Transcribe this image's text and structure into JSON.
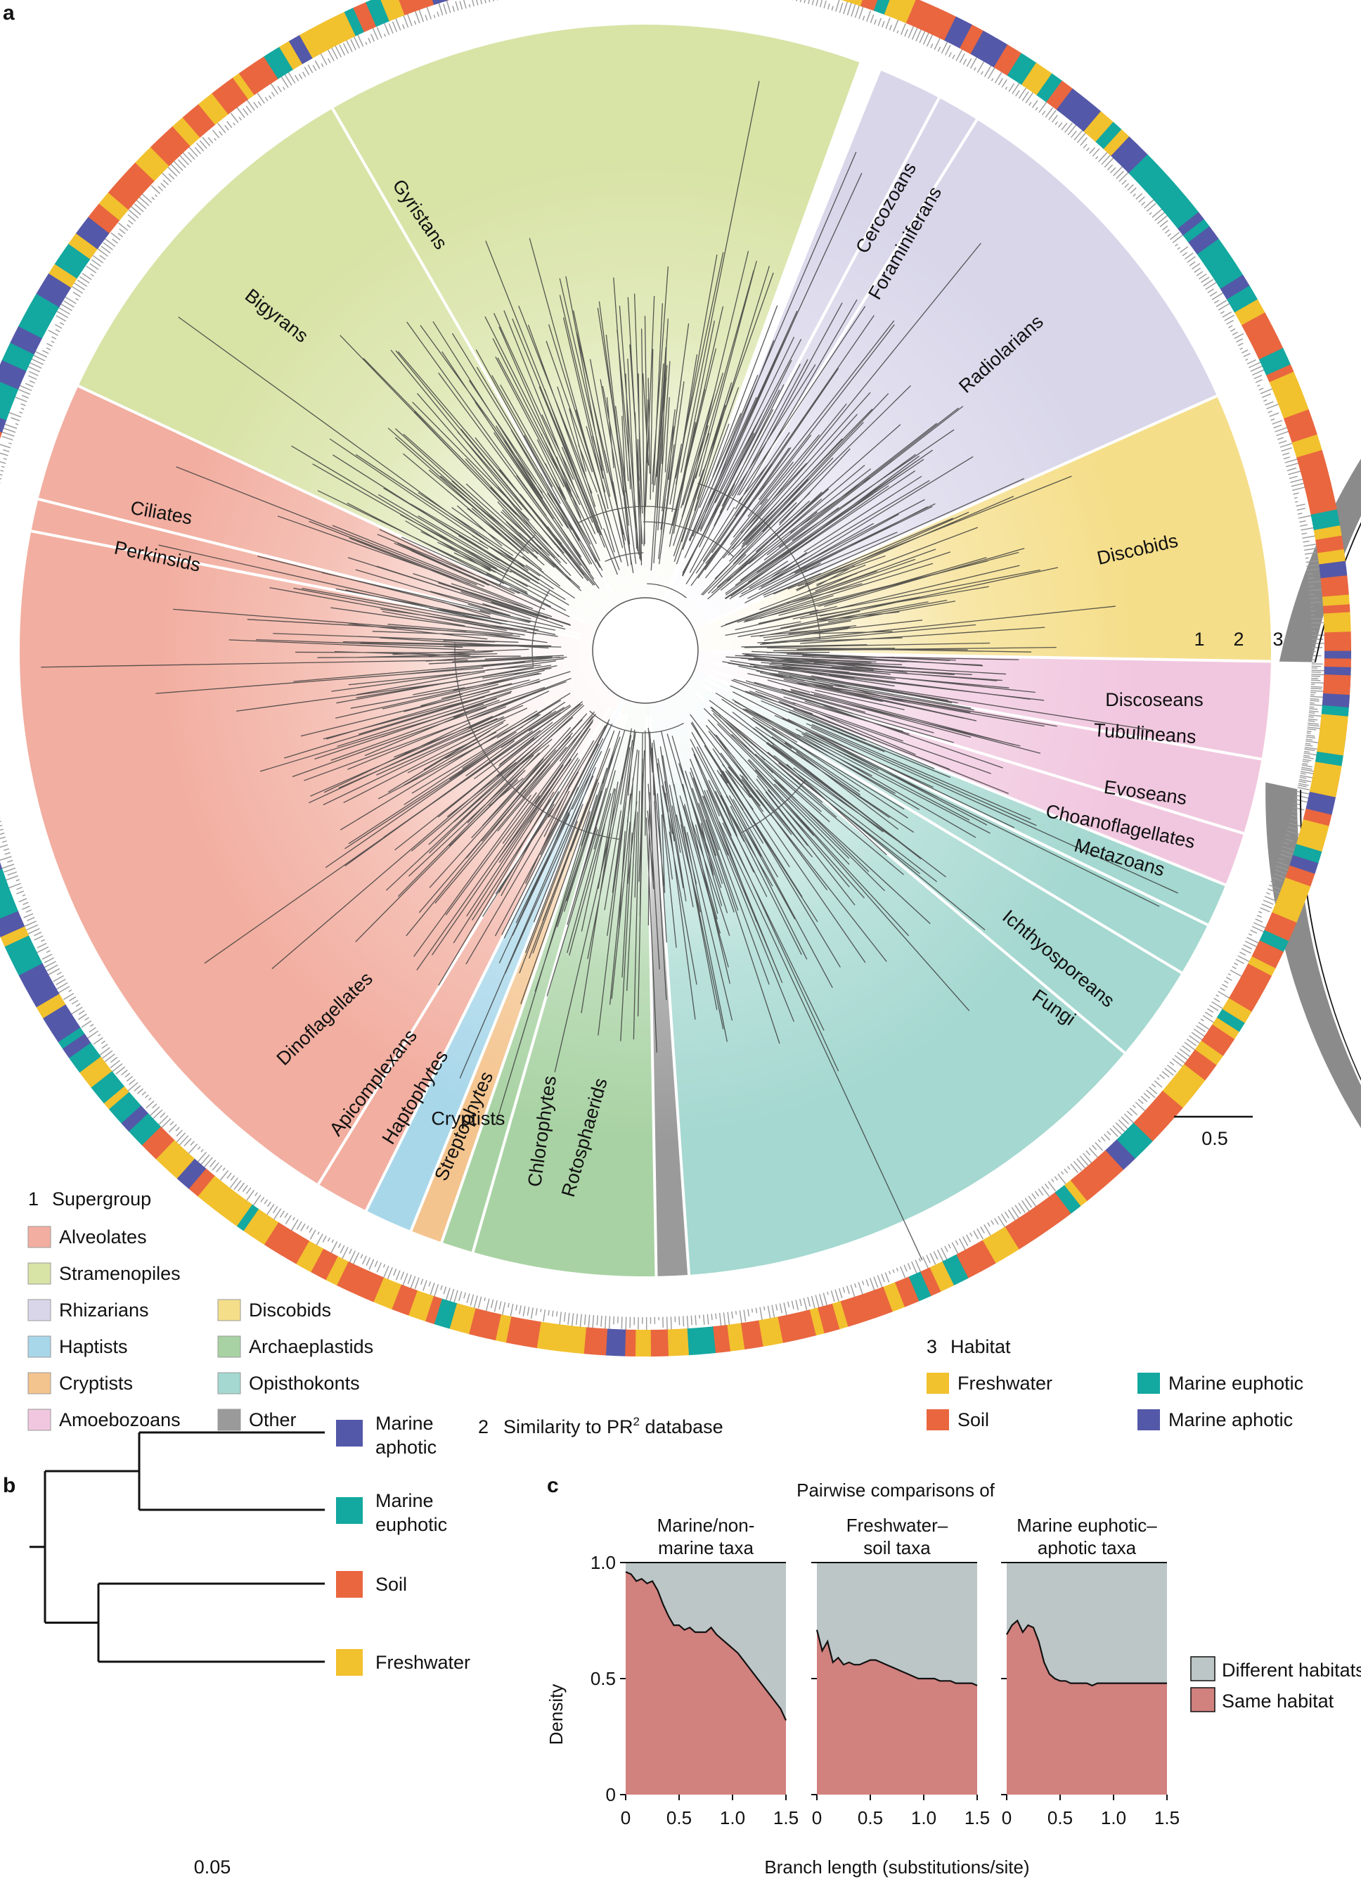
{
  "panels": {
    "a": "a",
    "b": "b",
    "c": "c"
  },
  "tree": {
    "scale_label": "0.5",
    "ring_numbers": [
      "1",
      "2",
      "3"
    ],
    "clades": [
      {
        "name": "Gyristans",
        "supergroup": "Stramenopiles",
        "start": 240,
        "end": 290
      },
      {
        "name": "Bigyrans",
        "supergroup": "Stramenopiles",
        "start": 205,
        "end": 240
      },
      {
        "name": "Cercozoans",
        "supergroup": "Rhizarians",
        "start": 292,
        "end": 335
      },
      {
        "name": "Foraminiferans",
        "supergroup": "Rhizarians",
        "start": 298,
        "end": 302
      },
      {
        "name": "Radiolarians",
        "supergroup": "Rhizarians",
        "start": 302,
        "end": 336
      },
      {
        "name": "Discobids",
        "supergroup": "Discobids",
        "start": 336,
        "end": 372
      },
      {
        "name": "Discoseans",
        "supergroup": "Amoebozoans",
        "start": 1,
        "end": 10
      },
      {
        "name": "Tubulineans",
        "supergroup": "Amoebozoans",
        "start": 10,
        "end": 17
      },
      {
        "name": "Evoseans",
        "supergroup": "Amoebozoans",
        "start": 17,
        "end": 22
      },
      {
        "name": "Choanoflagellates",
        "supergroup": "Opisthokonts",
        "start": 22,
        "end": 26
      },
      {
        "name": "Metazoans",
        "supergroup": "Opisthokonts",
        "start": 26,
        "end": 31
      },
      {
        "name": "Ichthyosporeans",
        "supergroup": "Opisthokonts",
        "start": 31,
        "end": 40
      },
      {
        "name": "Fungi",
        "supergroup": "Opisthokonts",
        "start": 40,
        "end": 86
      },
      {
        "name": "Rotosphaerids",
        "supergroup": "Other",
        "start": 86,
        "end": 89
      },
      {
        "name": "Chlorophytes",
        "supergroup": "Archaeplastids",
        "start": 89,
        "end": 106
      },
      {
        "name": "Streptophytes",
        "supergroup": "Archaeplastids",
        "start": 106,
        "end": 109
      },
      {
        "name": "Cryptists",
        "supergroup": "Cryptists",
        "start": 109,
        "end": 112
      },
      {
        "name": "Haptophytes",
        "supergroup": "Haptists",
        "start": 112,
        "end": 116.5
      },
      {
        "name": "Apicomplexans",
        "supergroup": "Alveolates",
        "start": 116.5,
        "end": 121.5
      },
      {
        "name": "Dinoflagellates",
        "supergroup": "Alveolates",
        "start": 121.5,
        "end": 191
      },
      {
        "name": "Perkinsids",
        "supergroup": "Alveolates",
        "start": 191,
        "end": 194
      },
      {
        "name": "Ciliates",
        "supergroup": "Alveolates",
        "start": 194,
        "end": 205
      }
    ]
  },
  "legend_supergroup": {
    "title_number": "1",
    "title": "Supergroup",
    "items": [
      {
        "label": "Alveolates",
        "color": "#f2aea0"
      },
      {
        "label": "Stramenopiles",
        "color": "#d8e3a6"
      },
      {
        "label": "Rhizarians",
        "color": "#d9d6ea"
      },
      {
        "label": "Haptists",
        "color": "#a8d7ea"
      },
      {
        "label": "Cryptists",
        "color": "#f4c48e"
      },
      {
        "label": "Amoebozoans",
        "color": "#f1c7df"
      },
      {
        "label": "Discobids",
        "color": "#f5de8a"
      },
      {
        "label": "Archaeplastids",
        "color": "#a8d2a3"
      },
      {
        "label": "Opisthokonts",
        "color": "#a4d8d0"
      },
      {
        "label": "Other",
        "color": "#9a9a9a"
      }
    ]
  },
  "legend_similarity": {
    "number": "2",
    "text": "Similarity to PR",
    "superscript": "2",
    "suffix": " database"
  },
  "legend_habitat": {
    "title_number": "3",
    "title": "Habitat",
    "items": [
      {
        "label": "Freshwater",
        "color": "#f2c12e"
      },
      {
        "label": "Soil",
        "color": "#e9663f"
      },
      {
        "label": "Marine euphotic",
        "color": "#13a8a0"
      },
      {
        "label": "Marine aphotic",
        "color": "#5458a8"
      }
    ]
  },
  "panel_b": {
    "scale_label": "0.05",
    "tips": [
      {
        "label_lines": [
          "Marine",
          "aphotic"
        ],
        "color": "#5458a8"
      },
      {
        "label_lines": [
          "Marine",
          "euphotic"
        ],
        "color": "#13a8a0"
      },
      {
        "label_lines": [
          "Soil"
        ],
        "color": "#e9663f"
      },
      {
        "label_lines": [
          "Freshwater"
        ],
        "color": "#f2c12e"
      }
    ]
  },
  "chart_data": {
    "type": "area",
    "title": "Pairwise comparisons of",
    "xlabel": "Branch length (substitutions/site)",
    "ylabel": "Density",
    "xlim": [
      0,
      1.5
    ],
    "ylim": [
      0,
      1.0
    ],
    "x_ticks": [
      "0",
      "0.5",
      "1.0",
      "1.5"
    ],
    "y_ticks": [
      "0",
      "0.5",
      "1.0"
    ],
    "legend": [
      {
        "label": "Different habitats",
        "color": "#bdc6c7"
      },
      {
        "label": "Same habitat",
        "color": "#d1817e"
      }
    ],
    "facets": [
      {
        "label_lines": [
          "Marine/non-",
          "marine taxa"
        ],
        "x": [
          0,
          0.05,
          0.1,
          0.15,
          0.2,
          0.25,
          0.3,
          0.35,
          0.4,
          0.45,
          0.5,
          0.55,
          0.6,
          0.65,
          0.7,
          0.75,
          0.8,
          0.85,
          0.9,
          0.95,
          1.0,
          1.05,
          1.1,
          1.15,
          1.2,
          1.25,
          1.3,
          1.35,
          1.4,
          1.45,
          1.5
        ],
        "same_habitat": [
          0.96,
          0.95,
          0.92,
          0.93,
          0.91,
          0.92,
          0.88,
          0.82,
          0.77,
          0.73,
          0.73,
          0.71,
          0.72,
          0.7,
          0.7,
          0.7,
          0.72,
          0.69,
          0.67,
          0.65,
          0.63,
          0.61,
          0.58,
          0.55,
          0.52,
          0.49,
          0.46,
          0.43,
          0.4,
          0.37,
          0.32
        ]
      },
      {
        "label_lines": [
          "Freshwater–",
          "soil taxa"
        ],
        "x": [
          0,
          0.05,
          0.1,
          0.15,
          0.2,
          0.25,
          0.3,
          0.35,
          0.4,
          0.45,
          0.5,
          0.55,
          0.6,
          0.65,
          0.7,
          0.75,
          0.8,
          0.85,
          0.9,
          0.95,
          1.0,
          1.05,
          1.1,
          1.15,
          1.2,
          1.25,
          1.3,
          1.35,
          1.4,
          1.45,
          1.5
        ],
        "same_habitat": [
          0.71,
          0.62,
          0.66,
          0.57,
          0.59,
          0.56,
          0.57,
          0.56,
          0.56,
          0.57,
          0.58,
          0.58,
          0.57,
          0.56,
          0.55,
          0.54,
          0.53,
          0.52,
          0.51,
          0.5,
          0.5,
          0.5,
          0.5,
          0.49,
          0.49,
          0.49,
          0.48,
          0.48,
          0.48,
          0.48,
          0.47
        ]
      },
      {
        "label_lines": [
          "Marine euphotic–",
          "aphotic taxa"
        ],
        "x": [
          0,
          0.05,
          0.1,
          0.15,
          0.2,
          0.25,
          0.3,
          0.35,
          0.4,
          0.45,
          0.5,
          0.55,
          0.6,
          0.65,
          0.7,
          0.75,
          0.8,
          0.85,
          0.9,
          0.95,
          1.0,
          1.05,
          1.1,
          1.15,
          1.2,
          1.25,
          1.3,
          1.35,
          1.4,
          1.45,
          1.5
        ],
        "same_habitat": [
          0.69,
          0.73,
          0.75,
          0.7,
          0.73,
          0.72,
          0.66,
          0.57,
          0.52,
          0.5,
          0.49,
          0.49,
          0.48,
          0.48,
          0.48,
          0.48,
          0.47,
          0.48,
          0.48,
          0.48,
          0.48,
          0.48,
          0.48,
          0.48,
          0.48,
          0.48,
          0.48,
          0.48,
          0.48,
          0.48,
          0.48
        ]
      }
    ]
  }
}
